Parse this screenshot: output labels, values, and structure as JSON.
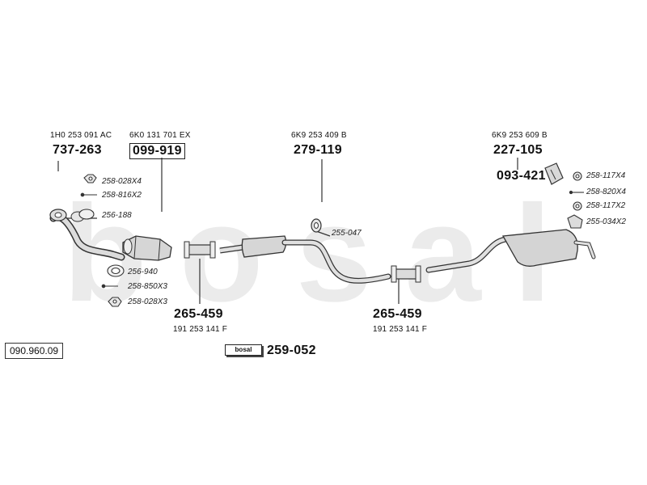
{
  "diagram_id": "090.960.09",
  "watermark": "bosal",
  "groups": [
    {
      "oem": "1H0 253 091 AC",
      "part": "737-263"
    },
    {
      "oem": "6K0 131 701 EX",
      "part": "099-919"
    },
    {
      "oem": "6K9 253 409 B",
      "part": "279-119"
    },
    {
      "oem": "6K9 253 609 B",
      "part": "227-105"
    }
  ],
  "extra_part": "093-421",
  "clamps": [
    {
      "part": "265-459",
      "oem": "191 253 141 F"
    },
    {
      "part": "265-459",
      "oem": "191 253 141 F"
    }
  ],
  "accessories_left": [
    "258-028X4",
    "258-816X2",
    "256-188",
    "256-940",
    "258-850X3",
    "258-028X3"
  ],
  "accessory_mid": "255-047",
  "accessories_right": [
    "258-117X4",
    "258-820X4",
    "258-117X2",
    "255-034X2"
  ],
  "kit": {
    "logo": "bosal",
    "part": "259-052"
  },
  "colors": {
    "line": "#333333",
    "watermark": "#e6e6e6",
    "part_fill": "#d0d0d0"
  }
}
